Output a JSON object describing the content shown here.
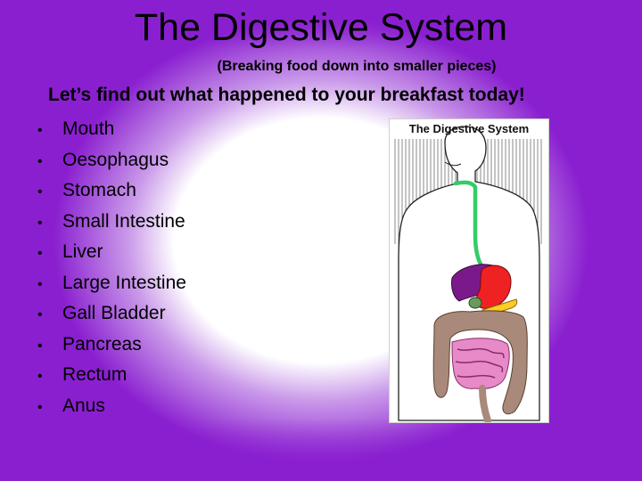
{
  "slide": {
    "title": "The Digestive System",
    "subtitle": "(Breaking food down into smaller pieces)",
    "lead": "Let’s find out what happened to your breakfast today!",
    "bullet_symbol": "•",
    "items": [
      "Mouth",
      "Oesophagus",
      "Stomach",
      "Small Intestine",
      "Liver",
      "Large Intestine",
      "Gall Bladder",
      "Pancreas",
      "Rectum",
      "Anus"
    ]
  },
  "figure": {
    "caption": "The Digestive System",
    "colors": {
      "oesophagus": "#33cc66",
      "liver": "#7a1a8a",
      "stomach": "#ee2222",
      "pancreas": "#ffcc22",
      "large_intestine": "#a98a7a",
      "small_intestine": "#e88ac8"
    }
  },
  "theme": {
    "background": "#8a1fd0"
  }
}
